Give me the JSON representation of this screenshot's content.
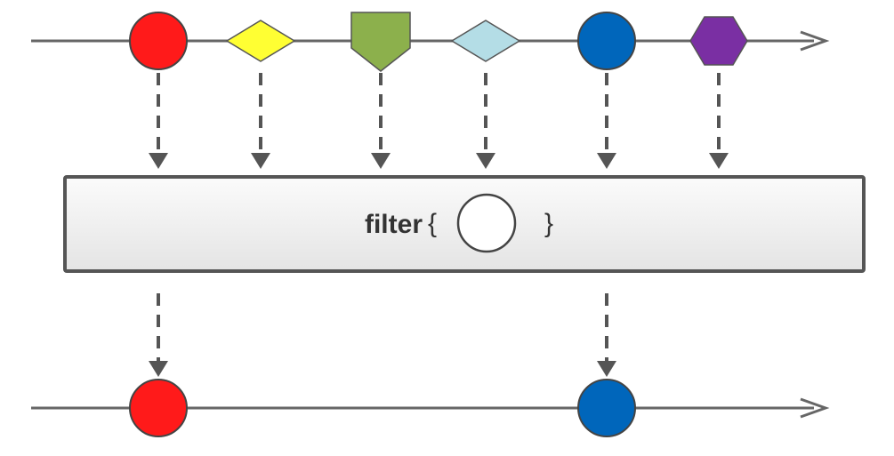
{
  "operator": {
    "name": "filter",
    "open_brace": "{",
    "close_brace": "}",
    "predicate_shape": "circle",
    "predicate_color": "#ffffff"
  },
  "input_stream": {
    "items": [
      {
        "shape": "circle",
        "color": "#ff1a1a",
        "passes_filter": true
      },
      {
        "shape": "diamond",
        "color": "#ffff33",
        "passes_filter": false
      },
      {
        "shape": "pentagon",
        "color": "#8cb04c",
        "passes_filter": false
      },
      {
        "shape": "diamond",
        "color": "#b4dde6",
        "passes_filter": false
      },
      {
        "shape": "circle",
        "color": "#0066bb",
        "passes_filter": true
      },
      {
        "shape": "hexagon",
        "color": "#7a2fa3",
        "passes_filter": false
      }
    ]
  },
  "output_stream": {
    "items": [
      {
        "shape": "circle",
        "color": "#ff1a1a"
      },
      {
        "shape": "circle",
        "color": "#0066bb"
      }
    ]
  },
  "colors": {
    "timeline": "#666666",
    "arrow": "#555555",
    "box_border": "#555555",
    "box_fill_top": "#fbfbfb",
    "box_fill_bottom": "#e4e4e4"
  }
}
